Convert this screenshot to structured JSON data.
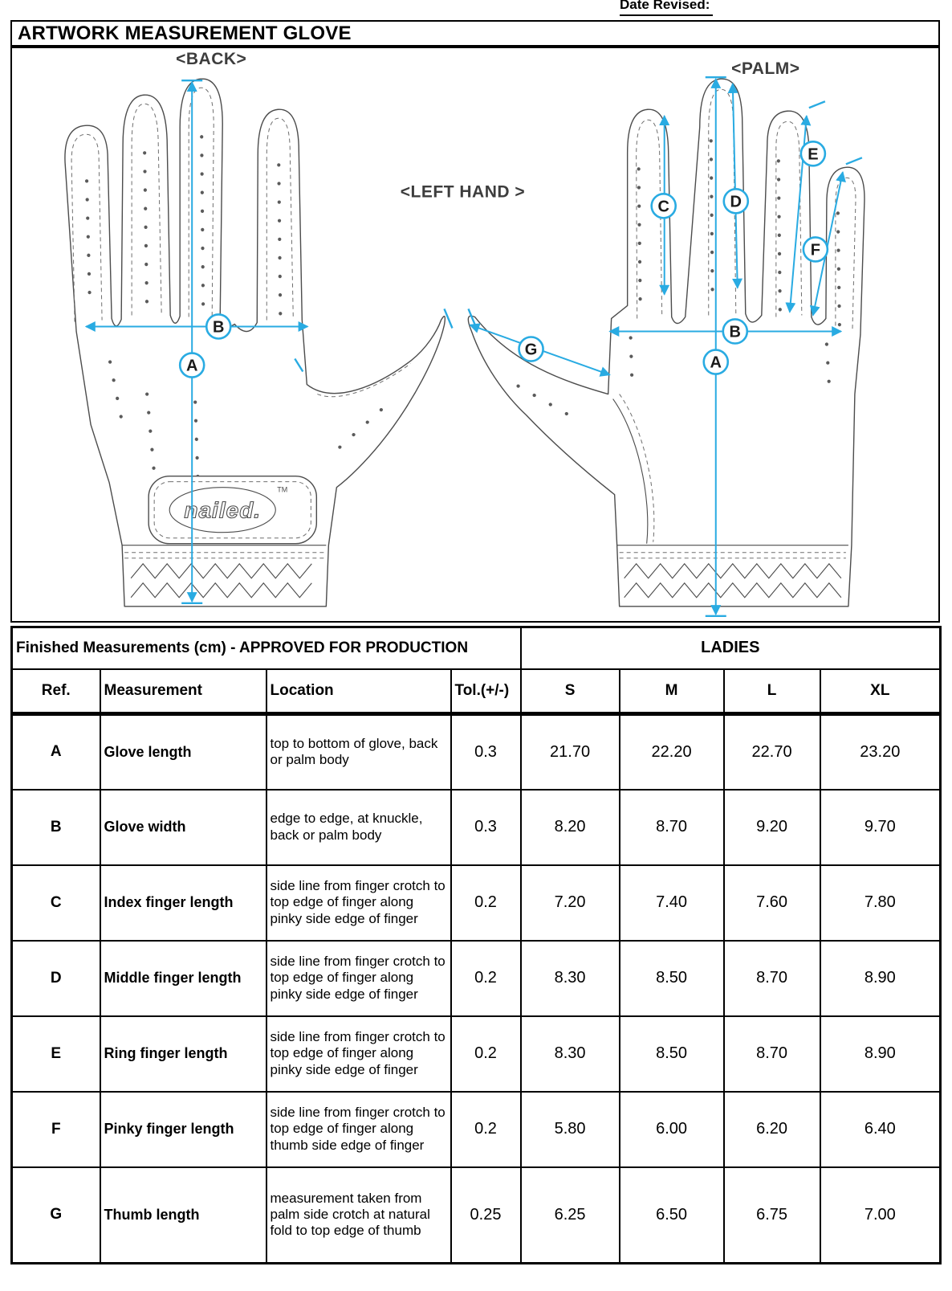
{
  "meta": {
    "date_revised": "Date Revised:"
  },
  "title": "ARTWORK MEASUREMENT GLOVE",
  "diagram": {
    "back_label": "<BACK>",
    "palm_label": "<PALM>",
    "hand_label": "<LEFT HAND >",
    "logo_text": "nailed.",
    "logo_tm": "TM",
    "accent_color": "#29abe2",
    "annotations": {
      "back_A": "A",
      "back_B": "B",
      "palm_A": "A",
      "palm_B": "B",
      "index_C": "C",
      "middle_D": "D",
      "ring_E": "E",
      "pinky_F": "F",
      "thumb_G": "G"
    }
  },
  "table": {
    "approved_header": "Finished Measurements (cm) - APPROVED FOR PRODUCTION",
    "group_header": "LADIES",
    "columns": [
      "Ref.",
      "Measurement",
      "Location",
      "Tol.(+/-)",
      "S",
      "M",
      "L",
      "XL"
    ],
    "rows": [
      {
        "ref": "A",
        "measurement": "Glove length",
        "location": "top to bottom of glove, back or palm body",
        "tol": "0.3",
        "s": "21.70",
        "m": "22.20",
        "l": "22.70",
        "xl": "23.20"
      },
      {
        "ref": "B",
        "measurement": "Glove width",
        "location": "edge to edge, at knuckle, back or palm body",
        "tol": "0.3",
        "s": "8.20",
        "m": "8.70",
        "l": "9.20",
        "xl": "9.70"
      },
      {
        "ref": "C",
        "measurement": "Index finger length",
        "location": "side line from finger crotch to top edge of finger along pinky side edge of finger",
        "tol": "0.2",
        "s": "7.20",
        "m": "7.40",
        "l": "7.60",
        "xl": "7.80"
      },
      {
        "ref": "D",
        "measurement": "Middle finger length",
        "location": "side line from finger crotch to top edge of finger along pinky side edge of finger",
        "tol": "0.2",
        "s": "8.30",
        "m": "8.50",
        "l": "8.70",
        "xl": "8.90"
      },
      {
        "ref": "E",
        "measurement": "Ring finger length",
        "location": "side line from finger crotch to top edge of finger along pinky side edge of finger",
        "tol": "0.2",
        "s": "8.30",
        "m": "8.50",
        "l": "8.70",
        "xl": "8.90"
      },
      {
        "ref": "F",
        "measurement": "Pinky finger length",
        "location": "side line from finger crotch to top edge of finger along thumb side edge of finger",
        "tol": "0.2",
        "s": "5.80",
        "m": "6.00",
        "l": "6.20",
        "xl": "6.40"
      },
      {
        "ref": "G",
        "measurement": "Thumb length",
        "location": "measurement taken from palm side crotch at natural fold to top edge of thumb",
        "tol": "0.25",
        "s": "6.25",
        "m": "6.50",
        "l": "6.75",
        "xl": "7.00"
      }
    ]
  }
}
